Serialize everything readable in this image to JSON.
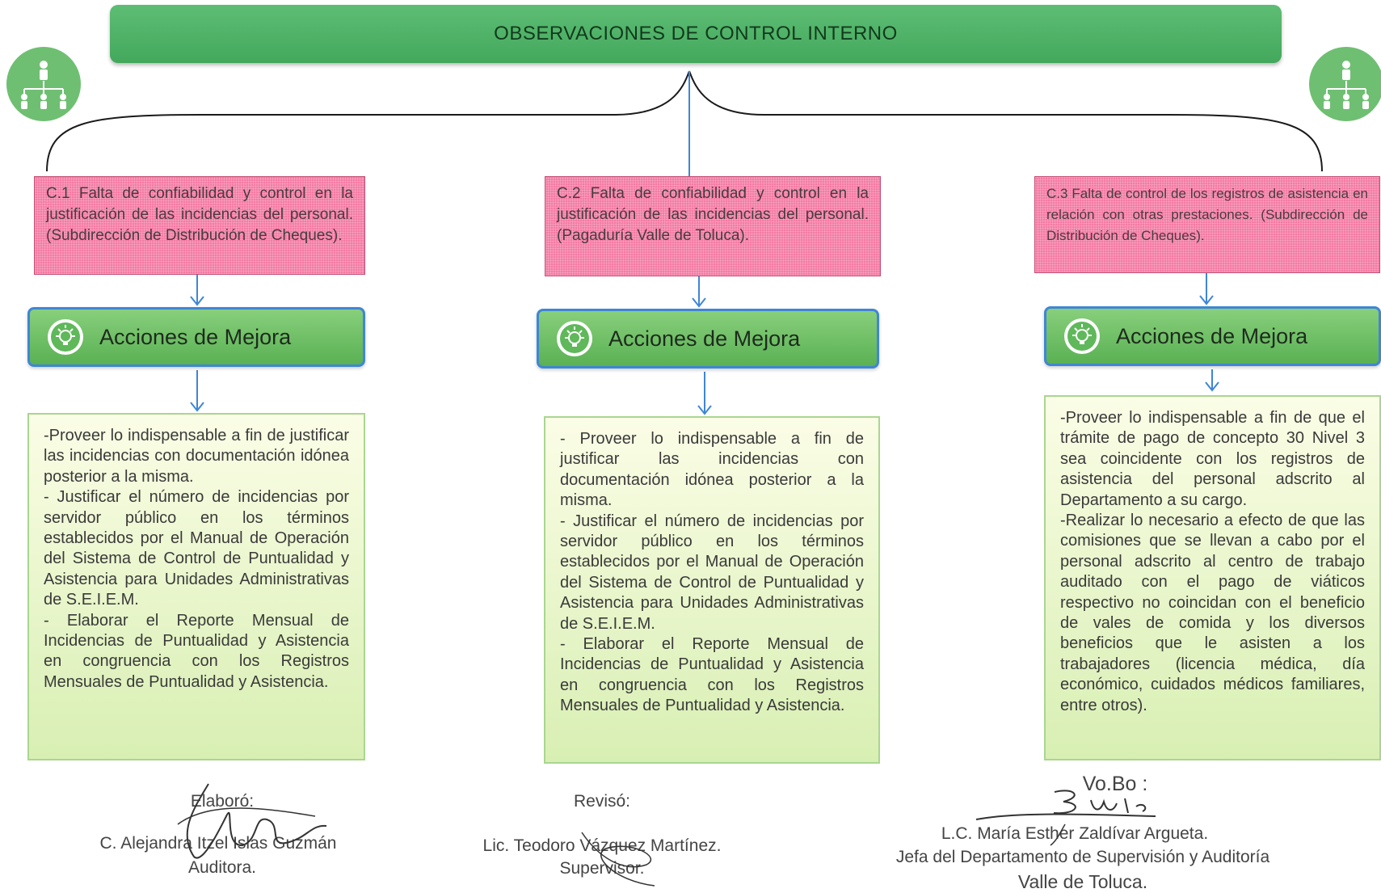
{
  "header": {
    "title": "OBSERVACIONES DE CONTROL INTERNO"
  },
  "icons": {
    "org_chart": "org-chart-icon",
    "lightbulb": "lightbulb-icon"
  },
  "colors": {
    "header": "#4fb366",
    "finding": "#f47aa3",
    "actions": "#6cbf63",
    "measures": "#eaf6cc",
    "connector": "#3f86d6"
  },
  "columns": [
    {
      "finding": "C.1 Falta de confiabilidad y control en la justificación de las incidencias del personal. (Subdirección de Distribución de Cheques).",
      "actions_label": "Acciones de Mejora",
      "measures": [
        "-Proveer lo indispensable a fin de justificar las incidencias con documentación idónea posterior a la misma.",
        "- Justificar el número de incidencias por servidor público en los términos establecidos por el Manual de Operación del Sistema de Control de Puntualidad y Asistencia para Unidades Administrativas de S.E.I.E.M.",
        "- Elaborar el Reporte Mensual de Incidencias de Puntualidad y Asistencia en congruencia con los Registros Mensuales de Puntualidad y Asistencia."
      ]
    },
    {
      "finding": "C.2 Falta de confiabilidad y control en la justificación de las incidencias del personal. (Pagaduría Valle de Toluca).",
      "actions_label": "Acciones de Mejora",
      "measures": [
        "- Proveer lo indispensable a fin de justificar las incidencias con documentación idónea posterior a la misma.",
        "- Justificar el número de incidencias por servidor público en los términos establecidos por el Manual de Operación del Sistema de Control de Puntualidad y Asistencia para Unidades Administrativas de S.E.I.E.M.",
        "- Elaborar el Reporte Mensual de Incidencias de Puntualidad y Asistencia en congruencia con los Registros Mensuales de Puntualidad y Asistencia."
      ]
    },
    {
      "finding": "C.3 Falta de control de los registros de asistencia en relación con otras prestaciones. (Subdirección de Distribución de Cheques).",
      "actions_label": "Acciones de Mejora",
      "measures": [
        "-Proveer lo indispensable a fin de que el trámite de pago de concepto 30 Nivel 3 sea coincidente con los registros de asistencia del personal adscrito al Departamento a su cargo.",
        "-Realizar lo necesario a efecto de que las comisiones que se llevan a cabo por el personal adscrito al centro de trabajo auditado con el pago de viáticos respectivo no coincidan con el beneficio de vales de comida y los diversos beneficios que le asisten a los trabajadores (licencia médica, día económico, cuidados médicos familiares, entre otros)."
      ]
    }
  ],
  "signatures": {
    "elaboro": {
      "role": "Elaboró:",
      "name": "C. Alejandra Itzel Islas Guzmán",
      "title": "Auditora."
    },
    "reviso": {
      "role": "Revisó:",
      "name": "Lic. Teodoro Vázquez Martínez.",
      "title": "Supervisor."
    },
    "vobo": {
      "role": "Vo.Bo :",
      "name": "L.C. María Esther Zaldívar Argueta.",
      "title": "Jefa del Departamento de Supervisión y Auditoría",
      "title2": "Valle de Toluca."
    }
  }
}
